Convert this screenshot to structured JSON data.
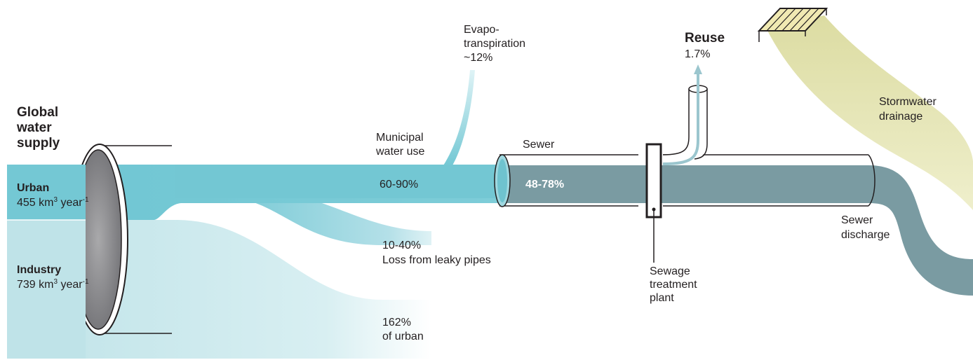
{
  "title": {
    "line1": "Global",
    "line2": "water",
    "line3": "supply"
  },
  "sources": {
    "urban": {
      "name": "Urban",
      "amount": "455 km",
      "sup": "3",
      "unit": " year",
      "unit_sup": "-1"
    },
    "industry": {
      "name": "Industry",
      "amount": "739 km",
      "sup": "3",
      "unit": " year",
      "unit_sup": "-1"
    }
  },
  "flows": {
    "municipal": {
      "line1": "Municipal",
      "line2": "water use",
      "value": "60-90%"
    },
    "evapotranspiration": {
      "line1": "Evapo-",
      "line2": "transpiration",
      "line3": "~12%"
    },
    "leak": {
      "value": "10-40%",
      "label": "Loss from leaky pipes"
    },
    "industry": {
      "value": "162%",
      "label": "of urban"
    },
    "sewer": {
      "label": "Sewer",
      "value": "48-78%"
    },
    "reuse": {
      "label": "Reuse",
      "value": "1.7%"
    },
    "treatment": {
      "line1": "Sewage",
      "line2": "treatment",
      "line3": "plant"
    },
    "stormwater": {
      "line1": "Stormwater",
      "line2": "drainage"
    },
    "discharge": {
      "line1": "Sewer",
      "line2": "discharge"
    }
  },
  "colors": {
    "urban_flow": "#74c8d4",
    "industry_flow": "#bfe3e8",
    "sewer_flow": "#7a9ba2",
    "evapo_flow": "#a6dce6",
    "stormwater": "#e8e6b8",
    "grate": "#f0e9b2"
  }
}
